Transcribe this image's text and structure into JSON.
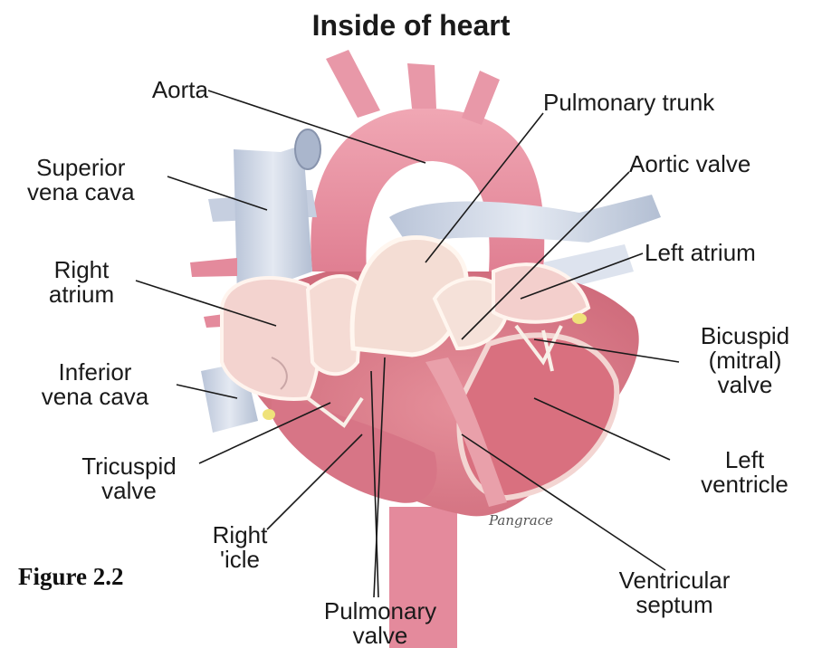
{
  "title": "Inside of heart",
  "figure_caption": "Figure 2.2",
  "signature": "Pangrace",
  "labels": {
    "aorta": "Aorta",
    "pulmonary_trunk": "Pulmonary trunk",
    "superior_vena_cava": [
      "Superior",
      "vena cava"
    ],
    "aortic_valve": "Aortic valve",
    "left_atrium": "Left atrium",
    "right_atrium": [
      "Right",
      "atrium"
    ],
    "bicuspid_valve": [
      "Bicuspid",
      "(mitral)",
      "valve"
    ],
    "inferior_vena_cava": [
      "Inferior",
      "vena cava"
    ],
    "tricuspid_valve": [
      "Tricuspid",
      "valve"
    ],
    "left_ventricle": [
      "Left",
      "ventricle"
    ],
    "right_ventricle": [
      "Right",
      "'icle"
    ],
    "ventricular_septum": [
      "Ventricular",
      "septum"
    ],
    "pulmonary_valve": [
      "Pulmonary",
      "valve"
    ]
  },
  "colors": {
    "vessel_pink": "#e98fa0",
    "muscle_pink": "#e3828f",
    "vein_blue": "#cdd6e6",
    "chamber_light": "#f6dcd6",
    "valve_white": "#f7efe6",
    "fat_yellow": "#efe27a"
  }
}
